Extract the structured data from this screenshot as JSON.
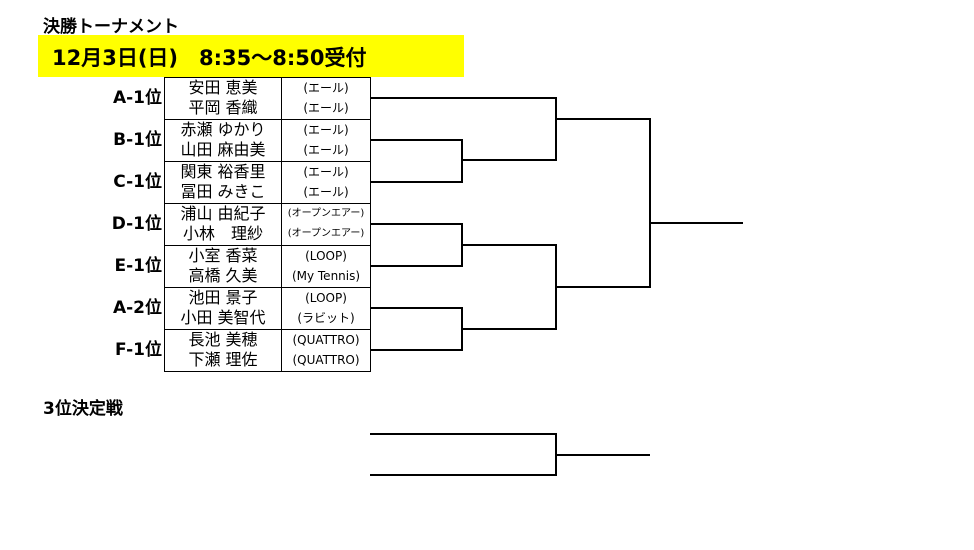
{
  "title": "決勝トーナメント",
  "banner": "12月3日(日)　8:35～8:50受付",
  "teams": [
    {
      "seed": "A-1位",
      "players": [
        "安田 恵美",
        "平岡 香織"
      ],
      "clubs": [
        "(エール)",
        "(エール)"
      ]
    },
    {
      "seed": "B-1位",
      "players": [
        "赤瀬 ゆかり",
        "山田 麻由美"
      ],
      "clubs": [
        "(エール)",
        "(エール)"
      ]
    },
    {
      "seed": "C-1位",
      "players": [
        "関東 裕香里",
        "冨田 みきこ"
      ],
      "clubs": [
        "(エール)",
        "(エール)"
      ]
    },
    {
      "seed": "D-1位",
      "players": [
        "浦山 由紀子",
        "小林　理紗"
      ],
      "clubs": [
        "(オープンエアー)",
        "(オープンエアー)"
      ]
    },
    {
      "seed": "E-1位",
      "players": [
        "小室 香菜",
        "高橋 久美"
      ],
      "clubs": [
        "(LOOP)",
        "(My Tennis)"
      ]
    },
    {
      "seed": "A-2位",
      "players": [
        "池田 景子",
        "小田 美智代"
      ],
      "clubs": [
        "(LOOP)",
        "(ラビット)"
      ]
    },
    {
      "seed": "F-1位",
      "players": [
        "長池 美穂",
        "下瀬 理佐"
      ],
      "clubs": [
        "(QUATTRO)",
        "(QUATTRO)"
      ]
    }
  ],
  "third_place_label": "3位決定戦",
  "colors": {
    "banner": "#ffff00",
    "lines": "#000000"
  }
}
